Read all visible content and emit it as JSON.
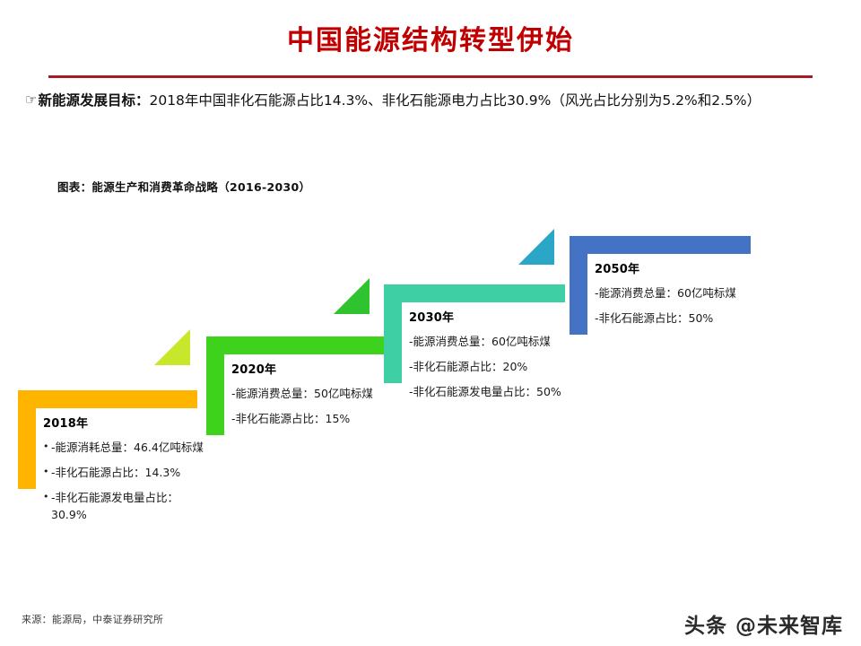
{
  "slide": {
    "title": "中国能源结构转型伊始",
    "title_color": "#C00000",
    "rule_color": "#A61C22"
  },
  "lead": {
    "bullet_icon": "☞",
    "label": "新能源发展目标：",
    "body": "2018年中国非化石能源占比14.3%、非化石能源电力占比30.9%（风光占比分别为5.2%和2.5%）"
  },
  "figure": {
    "caption": "图表：能源生产和消费革命战略（2016-2030）"
  },
  "chart_data": {
    "type": "table",
    "title": "能源生产和消费革命战略（2016-2030）",
    "xlabel": "",
    "ylabel": "",
    "legend_position": "none",
    "grid": false,
    "categories": [
      "2018年",
      "2020年",
      "2030年",
      "2050年"
    ],
    "series": [
      {
        "name": "能源消费总量（亿吨标煤）",
        "values": [
          46.4,
          50,
          60,
          60
        ]
      },
      {
        "name": "非化石能源占比（%）",
        "values": [
          14.3,
          15,
          20,
          50
        ]
      },
      {
        "name": "非化石能源发电量占比（%）",
        "values": [
          30.9,
          null,
          50,
          null
        ]
      }
    ],
    "steps": [
      {
        "year": "2018年",
        "color": "#FFB400",
        "arrow_color": "#C6E72A",
        "show_dots": true,
        "items": [
          "-能源消耗总量：46.4亿吨标煤",
          "-非化石能源占比：14.3%",
          "-非化石能源发电量占比：30.9%"
        ]
      },
      {
        "year": "2020年",
        "color": "#3FD21C",
        "arrow_color": "#2FC32F",
        "show_dots": false,
        "items": [
          "-能源消费总量：50亿吨标煤",
          "-非化石能源占比：15%"
        ]
      },
      {
        "year": "2030年",
        "color": "#3ED0A4",
        "arrow_color": "#2BA6C6",
        "show_dots": false,
        "items": [
          "-能源消费总量：60亿吨标煤",
          "-非化石能源占比：20%",
          "-非化石能源发电量占比：50%"
        ]
      },
      {
        "year": "2050年",
        "color": "#4472C4",
        "arrow_color": "",
        "show_dots": false,
        "items": [
          "-能源消费总量：60亿吨标煤",
          "-非化石能源占比：50%"
        ]
      }
    ]
  },
  "footer": {
    "source": "来源：能源局，中泰证券研究所",
    "watermark": "头条 @未来智库"
  }
}
